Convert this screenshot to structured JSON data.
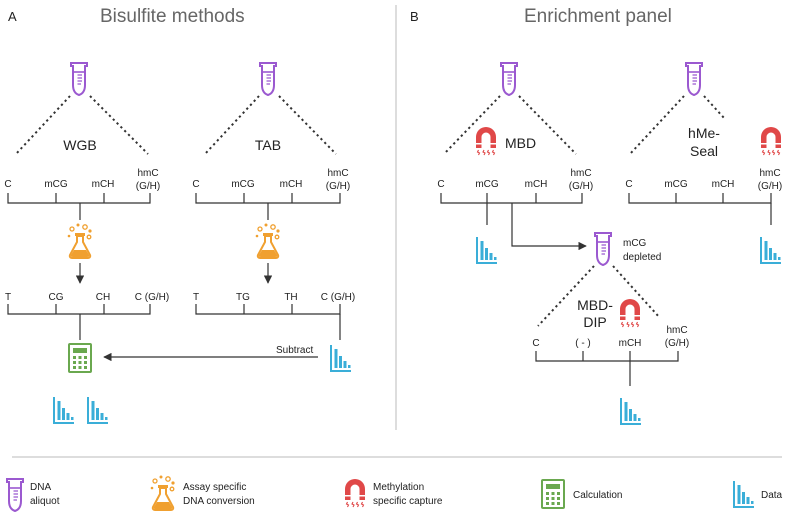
{
  "panel_a": {
    "letter": "A",
    "title": "Bisulfite methods",
    "wgb": {
      "name": "WGB",
      "top_labels": [
        "C",
        "mCG",
        "mCH",
        "hmC",
        "(G/H)"
      ],
      "bottom_labels": [
        "T",
        "CG",
        "CH",
        "C (G/H)"
      ]
    },
    "tab": {
      "name": "TAB",
      "top_labels": [
        "C",
        "mCG",
        "mCH",
        "hmC",
        "(G/H)"
      ],
      "bottom_labels": [
        "T",
        "TG",
        "TH",
        "C (G/H)"
      ]
    },
    "subtract_label": "Subtract"
  },
  "panel_b": {
    "letter": "B",
    "title": "Enrichment panel",
    "mbd": {
      "name": "MBD",
      "labels": [
        "C",
        "mCG",
        "mCH",
        "hmC",
        "(G/H)"
      ]
    },
    "hmeseal": {
      "name_line1": "hMe-",
      "name_line2": "Seal",
      "labels": [
        "C",
        "mCG",
        "mCH",
        "hmC",
        "(G/H)"
      ]
    },
    "depleted": {
      "line1": "mCG",
      "line2": "depleted"
    },
    "mbddip": {
      "name_line1": "MBD-",
      "name_line2": "DIP",
      "labels": [
        "C",
        "( - )",
        "mCH",
        "hmC",
        "(G/H)"
      ]
    }
  },
  "legend": {
    "dna": {
      "line1": "DNA",
      "line2": "aliquot"
    },
    "conversion": {
      "line1": "Assay specific",
      "line2": "DNA conversion"
    },
    "capture": {
      "line1": "Methylation",
      "line2": "specific capture"
    },
    "calculation": "Calculation",
    "data": "Data"
  },
  "colors": {
    "dna_tube": "#9b59d0",
    "flask": "#f0a030",
    "magnet": "#e04848",
    "calculator": "#6aa84f",
    "data": "#3aaed8",
    "title_gray": "#666666",
    "divider": "#bbbbbb"
  }
}
